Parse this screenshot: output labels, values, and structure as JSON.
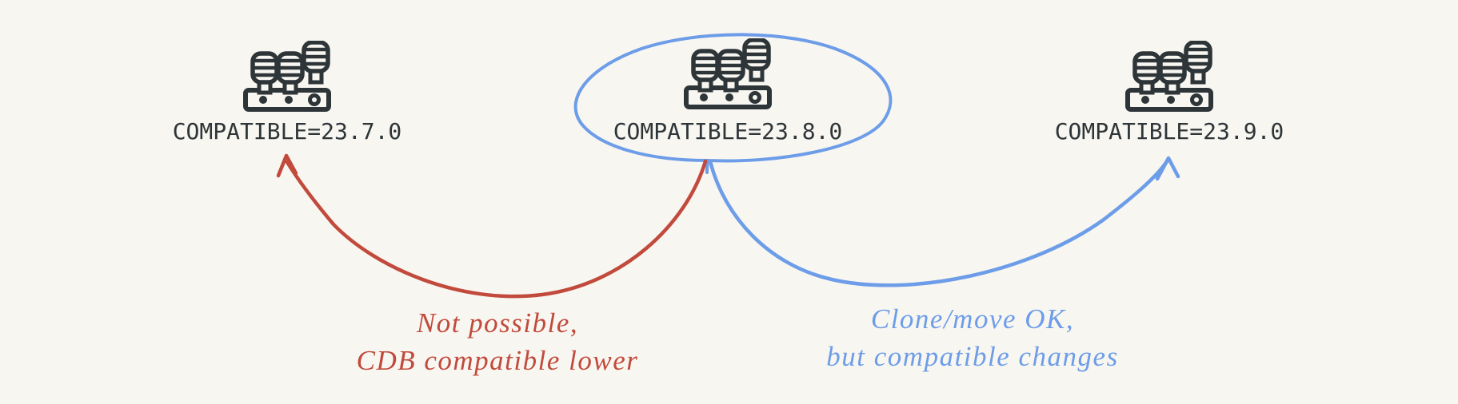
{
  "diagram": {
    "nodes": [
      {
        "id": "cdb-23-7",
        "icon": "database-cluster-icon",
        "label": "COMPATIBLE=23.7.0",
        "circled": false
      },
      {
        "id": "cdb-23-8",
        "icon": "database-cluster-icon",
        "label": "COMPATIBLE=23.8.0",
        "circled": true
      },
      {
        "id": "cdb-23-9",
        "icon": "database-cluster-icon",
        "label": "COMPATIBLE=23.9.0",
        "circled": false
      }
    ],
    "arrows": [
      {
        "id": "clone-to-lower",
        "from": "cdb-23-8",
        "to": "cdb-23-7",
        "color": "#c14a3c",
        "label_line1": "Not possible,",
        "label_line2": "CDB compatible lower"
      },
      {
        "id": "clone-to-higher",
        "from": "cdb-23-8",
        "to": "cdb-23-9",
        "color": "#6d9de8",
        "label_line1": "Clone/move OK,",
        "label_line2": "but compatible changes"
      }
    ]
  },
  "colors": {
    "bg": "#f8f6f1",
    "ink": "#2e3538",
    "red": "#c14a3c",
    "blue": "#6d9de8"
  }
}
